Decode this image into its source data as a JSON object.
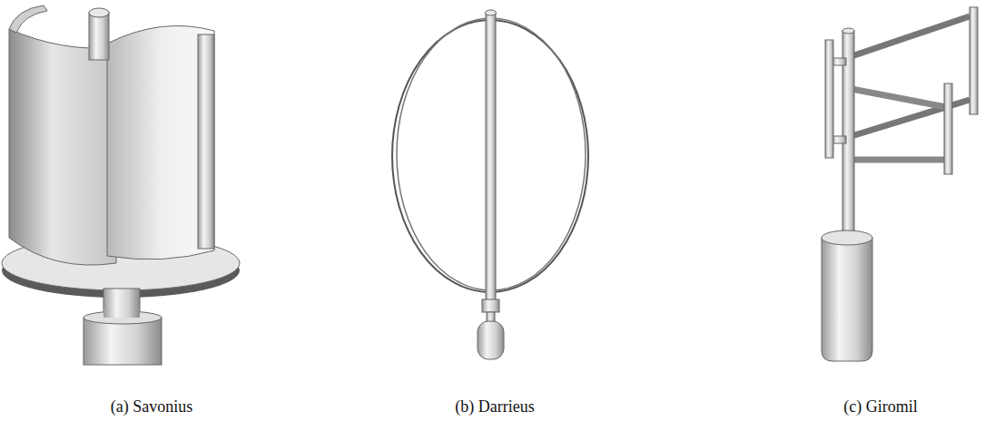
{
  "diagram": {
    "labels": [
      "(a) Savonius",
      "(b) Darrieus",
      "(c) Giromil"
    ]
  }
}
